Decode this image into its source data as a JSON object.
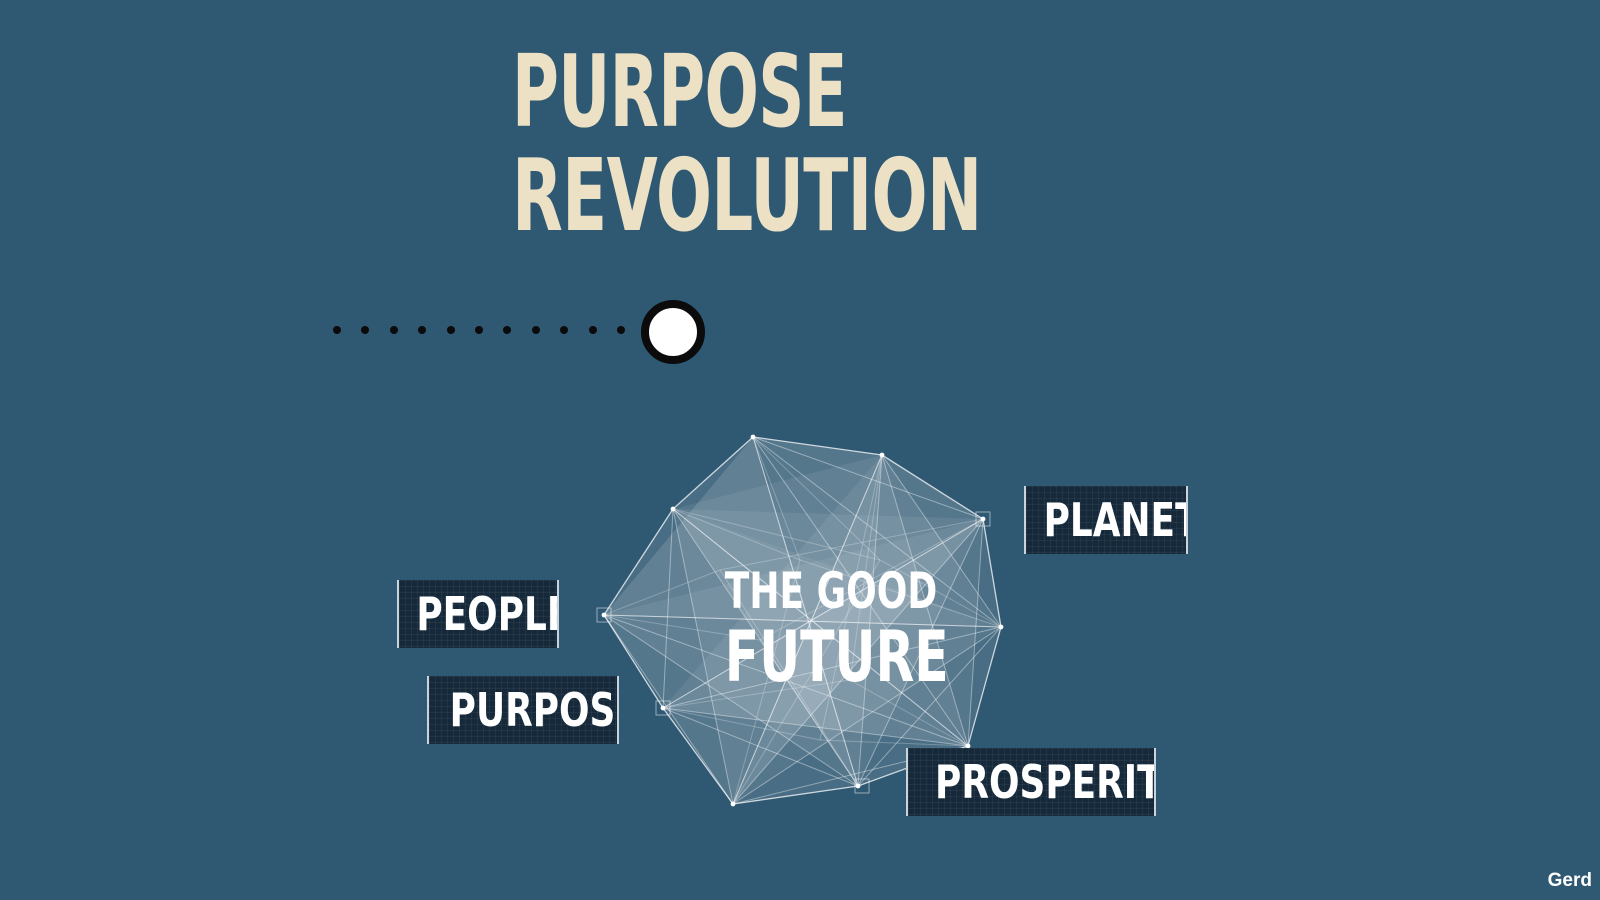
{
  "title": {
    "line1": "PURPOSE",
    "line2": "REVOLUTION"
  },
  "progress": {
    "dots_count": 11,
    "knob_state": "current"
  },
  "center": {
    "line1": "THE GOOD",
    "line2": "FUTURE"
  },
  "tags": {
    "planet": "PLANET",
    "people": "PEOPLE",
    "purpose": "PURPOSE",
    "prosperity": "PROSPERITY"
  },
  "watermark": "Gerd",
  "colors": {
    "background": "#2f5872",
    "title": "#ece1c4",
    "tag_background": "#16293a",
    "mesh": "#ffffff"
  }
}
